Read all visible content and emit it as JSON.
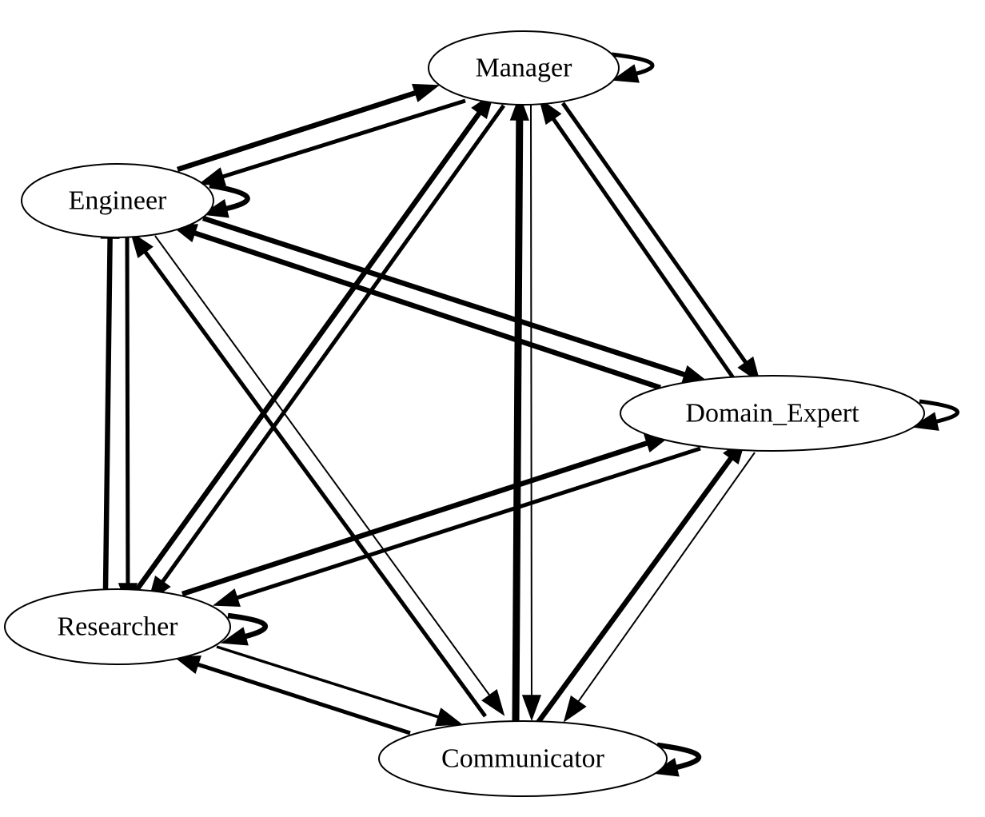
{
  "diagram": {
    "type": "directed-graph",
    "color": "#000000",
    "nodes": [
      {
        "id": "manager",
        "label": "Manager"
      },
      {
        "id": "engineer",
        "label": "Engineer"
      },
      {
        "id": "domain_expert",
        "label": "Domain_Expert"
      },
      {
        "id": "researcher",
        "label": "Researcher"
      },
      {
        "id": "communicator",
        "label": "Communicator"
      }
    ],
    "edges": [
      {
        "from": "manager",
        "to": "manager",
        "weight": "medium"
      },
      {
        "from": "engineer",
        "to": "engineer",
        "weight": "heavy"
      },
      {
        "from": "domain_expert",
        "to": "domain_expert",
        "weight": "medium"
      },
      {
        "from": "researcher",
        "to": "researcher",
        "weight": "heavy"
      },
      {
        "from": "communicator",
        "to": "communicator",
        "weight": "heavy"
      },
      {
        "from": "engineer",
        "to": "manager",
        "weight": "heavy"
      },
      {
        "from": "manager",
        "to": "engineer",
        "weight": "medium"
      },
      {
        "from": "researcher",
        "to": "manager",
        "weight": "heavy"
      },
      {
        "from": "manager",
        "to": "researcher",
        "weight": "medium"
      },
      {
        "from": "communicator",
        "to": "manager",
        "weight": "heaviest"
      },
      {
        "from": "manager",
        "to": "communicator",
        "weight": "thin"
      },
      {
        "from": "manager",
        "to": "domain_expert",
        "weight": "medium"
      },
      {
        "from": "domain_expert",
        "to": "manager",
        "weight": "medium"
      },
      {
        "from": "engineer",
        "to": "domain_expert",
        "weight": "heavy"
      },
      {
        "from": "domain_expert",
        "to": "engineer",
        "weight": "heavy"
      },
      {
        "from": "researcher",
        "to": "engineer",
        "weight": "heavy"
      },
      {
        "from": "engineer",
        "to": "researcher",
        "weight": "medium"
      },
      {
        "from": "communicator",
        "to": "engineer",
        "weight": "medium"
      },
      {
        "from": "engineer",
        "to": "communicator",
        "weight": "thin"
      },
      {
        "from": "researcher",
        "to": "domain_expert",
        "weight": "heavy"
      },
      {
        "from": "domain_expert",
        "to": "researcher",
        "weight": "medium"
      },
      {
        "from": "researcher",
        "to": "communicator",
        "weight": "light"
      },
      {
        "from": "communicator",
        "to": "researcher",
        "weight": "medium"
      },
      {
        "from": "communicator",
        "to": "domain_expert",
        "weight": "heavy"
      },
      {
        "from": "domain_expert",
        "to": "communicator",
        "weight": "thin"
      }
    ]
  }
}
